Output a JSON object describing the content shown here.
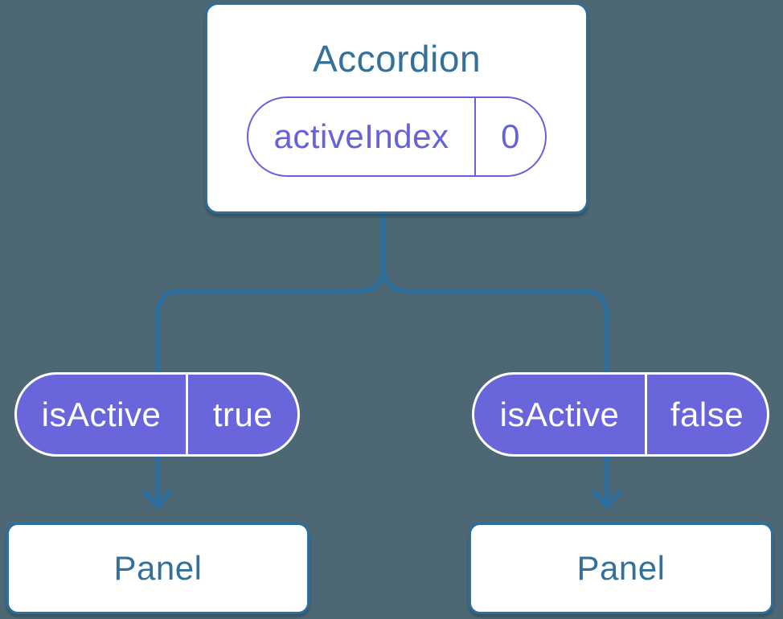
{
  "colors": {
    "background": "#4D6874",
    "line": "#2B6FA0",
    "cardBorder": "#2B6FA0",
    "cardFill": "#FFFFFF",
    "titleText": "#33709A",
    "purpleOutline": "#6562DA",
    "purpleFill": "#6966DB",
    "pillText": "#FFFFFF"
  },
  "root": {
    "title": "Accordion",
    "state": {
      "name": "activeIndex",
      "value": "0"
    }
  },
  "children": [
    {
      "prop": {
        "name": "isActive",
        "value": "true"
      },
      "label": "Panel"
    },
    {
      "prop": {
        "name": "isActive",
        "value": "false"
      },
      "label": "Panel"
    }
  ]
}
